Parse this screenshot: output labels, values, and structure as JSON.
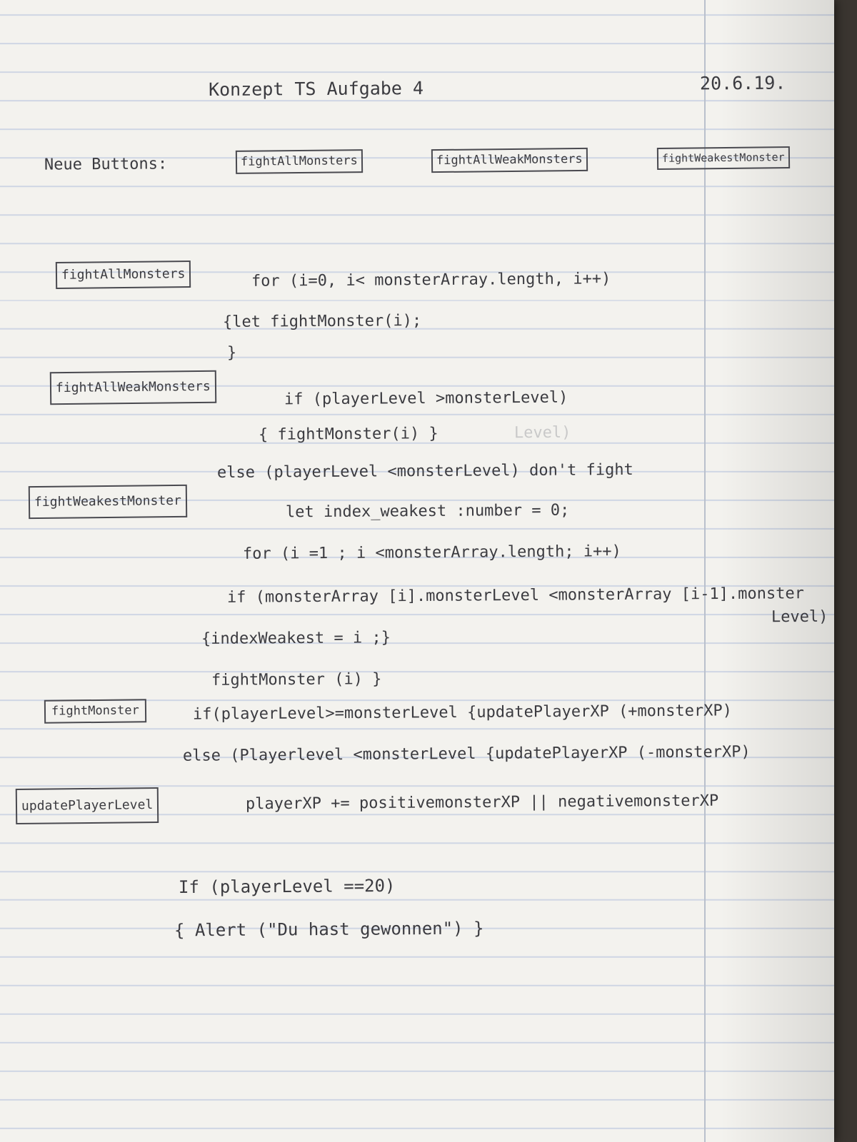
{
  "header": {
    "title": "Konzept TS Aufgabe 4",
    "date": "20.6.19."
  },
  "buttons_row": {
    "label": "Neue Buttons:",
    "items": [
      "fightAllMonsters",
      "fightAllWeakMonsters",
      "fightWeakestMonster"
    ]
  },
  "fight_all": {
    "box": "fightAllMonsters",
    "lines": [
      "for (i=0, i< monsterArray.length, i++)",
      "{let fightMonster(i);",
      "}"
    ]
  },
  "fight_all_weak": {
    "box": "fightAllWeakMonsters",
    "lines": [
      "if (playerLevel >monsterLevel)",
      "{ fightMonster(i) }",
      "else (playerLevel <monsterLevel) don't fight"
    ],
    "crossed_out": "Level)"
  },
  "fight_weakest": {
    "box": "fightWeakestMonster",
    "lines": [
      "let index_weakest :number = 0;",
      "for (i =1 ; i <monsterArray.length; i++)",
      "if (monsterArray [i].monsterLevel <monsterArray [i-1].monster",
      "Level)",
      "{indexWeakest = i ;}",
      "fightMonster (i) }"
    ]
  },
  "fight_monster": {
    "box": "fightMonster",
    "lines": [
      "if(playerLevel>=monsterLevel {updatePlayerXP (+monsterXP)",
      "else (Playerlevel <monsterLevel {updatePlayerXP (-monsterXP)"
    ]
  },
  "update_player_level": {
    "box": "updatePlayerLevel",
    "lines": [
      "playerXP += positivemonsterXP || negativemonsterXP"
    ]
  },
  "win": {
    "lines": [
      "If (playerLevel ==20)",
      "{ Alert (\"Du hast gewonnen\") }"
    ]
  }
}
